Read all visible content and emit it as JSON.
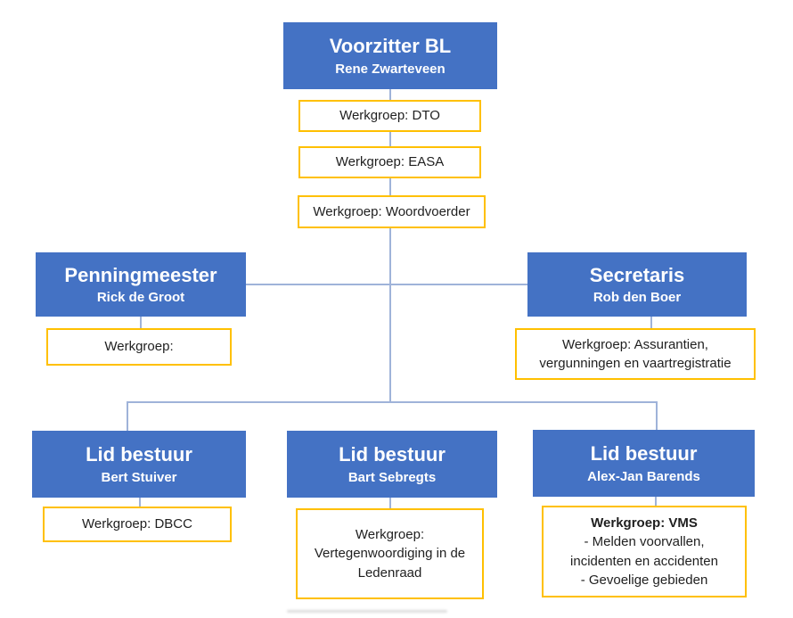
{
  "colors": {
    "box_blue": "#4472C4",
    "border_yellow": "#FFC000",
    "connector": "#9FB3D9",
    "text_dark": "#1f1f1f",
    "text_white": "#FFFFFF"
  },
  "nodes": {
    "voorzitter": {
      "title": "Voorzitter BL",
      "name": "Rene Zwarteveen"
    },
    "voorzitter_werkgroepen": [
      "Werkgroep: DTO",
      "Werkgroep: EASA",
      "Werkgroep: Woordvoerder"
    ],
    "penningmeester": {
      "title": "Penningmeester",
      "name": "Rick de Groot",
      "werkgroep": "Werkgroep:"
    },
    "secretaris": {
      "title": "Secretaris",
      "name": "Rob den Boer",
      "werkgroep_lines": [
        "Werkgroep: Assurantien,",
        "vergunningen en vaartregistratie"
      ]
    },
    "leden": [
      {
        "title": "Lid bestuur",
        "name": "Bert Stuiver",
        "werkgroep": "Werkgroep: DBCC"
      },
      {
        "title": "Lid bestuur",
        "name": "Bart Sebregts",
        "werkgroep_lines": [
          "Werkgroep:",
          "Vertegenwoordiging in de",
          "Ledenraad"
        ]
      },
      {
        "title": "Lid bestuur",
        "name": "Alex-Jan Barends",
        "werkgroep_title": "Werkgroep: VMS",
        "werkgroep_lines": [
          "- Melden voorvallen,",
          "incidenten en accidenten",
          "- Gevoelige gebieden"
        ]
      }
    ]
  }
}
